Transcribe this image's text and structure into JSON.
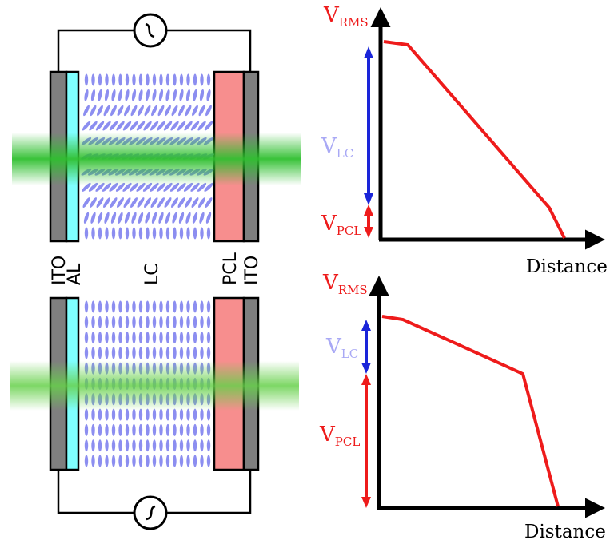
{
  "colors": {
    "ito": "#7f7f7f",
    "al": "#7fffff",
    "pcl": "#f78e8e",
    "lc": "#8c8ef0",
    "beam": "#2fbf2f",
    "v_rms": "#ee1b1b",
    "v_lc_text": "#a9a9f5",
    "v_lc_arrow": "#1a25d9",
    "v_pcl": "#ee1b1b"
  },
  "icons": {
    "source_top": "ac-source-icon",
    "source_bottom": "ac-source-icon"
  },
  "layer_labels": {
    "ito_left": "ITO",
    "al": "AL",
    "lc": "LC",
    "pcl": "PCL",
    "ito_right": "ITO"
  },
  "top_graph": {
    "v_rms": {
      "main": "V",
      "sub": "RMS"
    },
    "v_lc": {
      "main": "V",
      "sub": "LC"
    },
    "v_pcl": {
      "main": "V",
      "sub": "PCL"
    },
    "xlabel": "Distance",
    "profile_note": "steep drop across LC, small drop across PCL"
  },
  "bottom_graph": {
    "v_rms": {
      "main": "V",
      "sub": "RMS"
    },
    "v_lc": {
      "main": "V",
      "sub": "LC"
    },
    "v_pcl": {
      "main": "V",
      "sub": "PCL"
    },
    "xlabel": "Distance",
    "profile_note": "small drop across LC, large drop across PCL"
  }
}
